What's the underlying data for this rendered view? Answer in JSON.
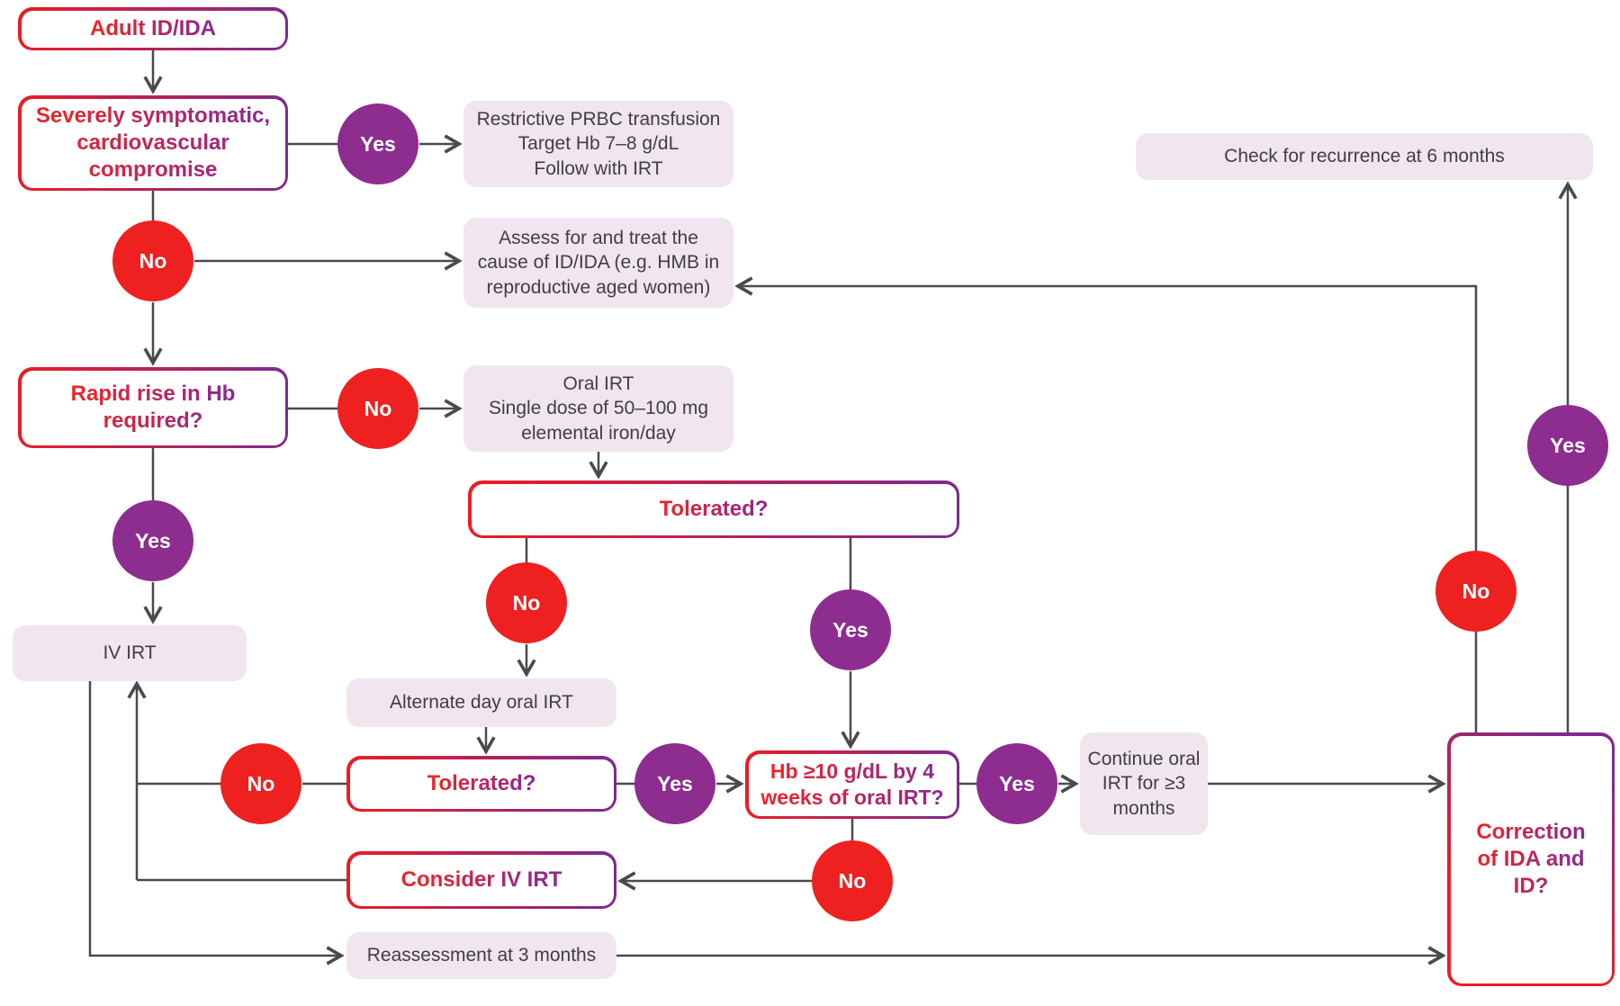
{
  "diagram": {
    "subject": "Adult ID/IDA treatment algorithm flowchart",
    "palette": {
      "decision_border_gradient_start": "#ec1c24",
      "decision_border_gradient_end": "#7e2a8e",
      "decision_text_gradient_start": "#e8252b",
      "decision_text_gradient_end": "#8e278f",
      "action_box_fill": "#f1e6ef",
      "action_box_text": "#3f3f3f",
      "no_circle_fill": "#ee2020",
      "yes_circle_fill": "#8d2d8f",
      "circle_text": "#ffffff",
      "connector_line": "#4a4a4a"
    },
    "boxes": {
      "adult": {
        "label": "Adult ID/IDA"
      },
      "severe": {
        "label": "Severely symptomatic,\ncardiovascular\ncompromise"
      },
      "prbc": {
        "label": "Restrictive PRBC transfusion\nTarget Hb 7–8 g/dL\nFollow with IRT"
      },
      "check_recurrence": {
        "label": "Check for recurrence at 6 months"
      },
      "assess_cause": {
        "label": "Assess for and treat the\ncause of ID/IDA (e.g. HMB in\nreproductive aged women)"
      },
      "rapid_rise": {
        "label": "Rapid rise in Hb\nrequired?"
      },
      "oral_irt": {
        "label": "Oral IRT\nSingle dose of 50–100 mg\nelemental iron/day"
      },
      "tolerated_1": {
        "label": "Tolerated?"
      },
      "iv_irt": {
        "label": "IV IRT"
      },
      "alternate_day": {
        "label": "Alternate day oral IRT"
      },
      "tolerated_2": {
        "label": "Tolerated?"
      },
      "hb_10": {
        "label": "Hb ≥10 g/dL by 4\nweeks of oral IRT?"
      },
      "continue_oral": {
        "label": "Continue oral\nIRT for ≥3\nmonths"
      },
      "correction": {
        "label": "Correction\nof IDA and\nID?"
      },
      "consider_iv": {
        "label": "Consider IV IRT"
      },
      "reassessment": {
        "label": "Reassessment at 3 months"
      }
    },
    "circles": {
      "yes1": {
        "label": "Yes"
      },
      "no1": {
        "label": "No"
      },
      "no2": {
        "label": "No"
      },
      "yes2": {
        "label": "Yes"
      },
      "no3": {
        "label": "No"
      },
      "yes3": {
        "label": "Yes"
      },
      "no4": {
        "label": "No"
      },
      "yes4": {
        "label": "Yes"
      },
      "yes5": {
        "label": "Yes"
      },
      "no5": {
        "label": "No"
      },
      "no6": {
        "label": "No"
      },
      "yes6": {
        "label": "Yes"
      }
    }
  }
}
